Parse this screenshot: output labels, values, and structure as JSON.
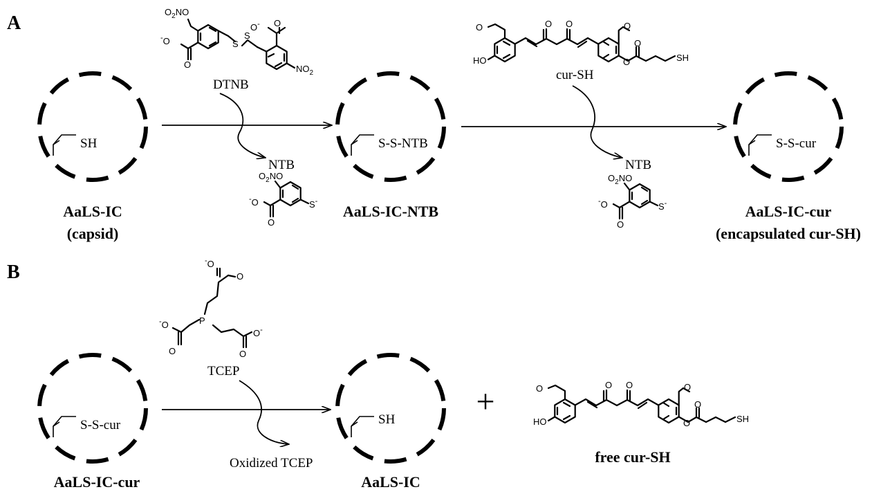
{
  "panels": {
    "a": {
      "label": "A",
      "reagent_1": "DTNB",
      "reagent_2": "cur-SH",
      "byproduct": "NTB",
      "capsid_1": {
        "thiol": "SH",
        "name": "AaLS-IC",
        "subtitle": "(capsid)"
      },
      "capsid_2": {
        "thiol": "S-S-NTB",
        "name": "AaLS-IC-NTB"
      },
      "capsid_3": {
        "thiol": "S-S-cur",
        "name": "AaLS-IC-cur",
        "subtitle": "(encapsulated cur-SH)"
      }
    },
    "b": {
      "label": "B",
      "reagent": "TCEP",
      "byproduct": "Oxidized TCEP",
      "plus": "+",
      "capsid_1": {
        "thiol": "S-S-cur",
        "name": "AaLS-IC-cur"
      },
      "capsid_2": {
        "thiol": "SH",
        "name": "AaLS-IC"
      },
      "product": "free cur-SH"
    }
  },
  "atom_labels": {
    "nitro": "NO",
    "nitro_sub": "2",
    "charge": "-",
    "o": "O",
    "s": "S",
    "s_minus": "S",
    "oh": "HO",
    "sh": "SH",
    "p": "P"
  }
}
